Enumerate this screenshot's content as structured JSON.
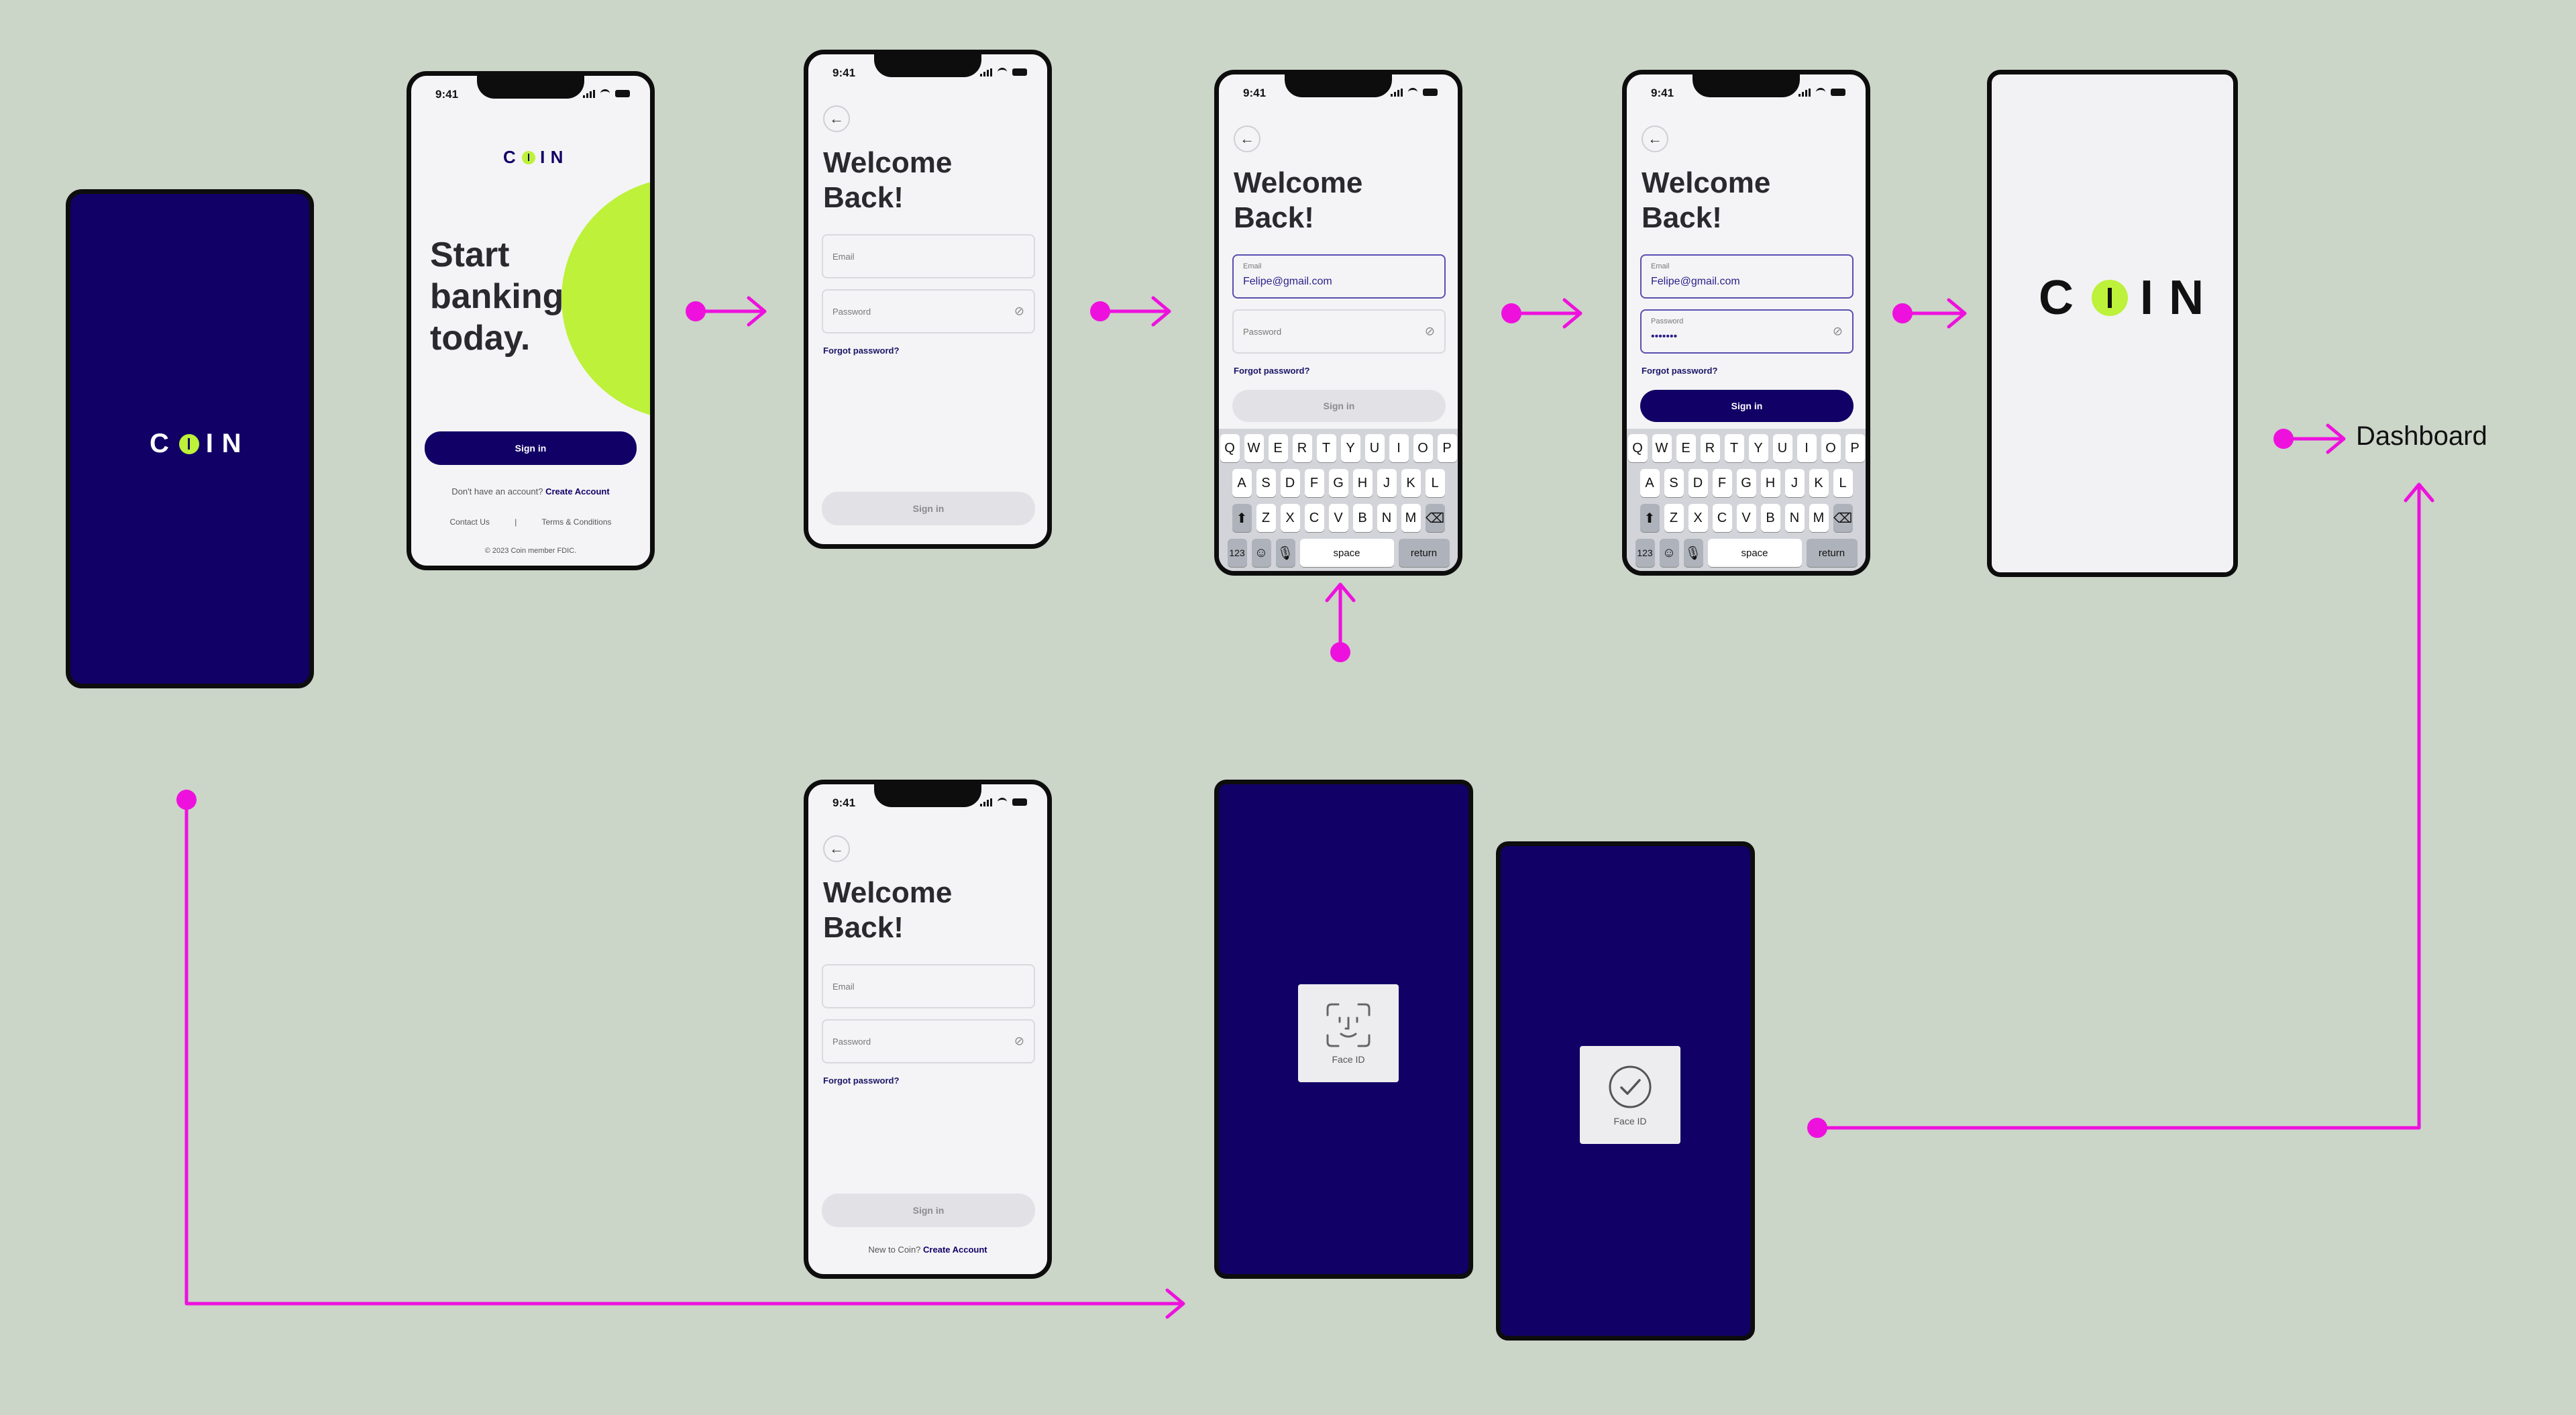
{
  "brand": {
    "name_left": "C",
    "name_right": "IN",
    "accent": "#bdf13a",
    "navy": "#110066",
    "flow": "#ee11dd"
  },
  "status_time": "9:41",
  "splash": {},
  "onboarding": {
    "headline_lines": [
      "Start",
      "banking",
      "today."
    ],
    "sign_in_label": "Sign in",
    "no_account": "Don't have an account?",
    "create_account": "Create Account",
    "contact": "Contact Us",
    "separator": "|",
    "terms": "Terms & Conditions",
    "copyright": "© 2023 Coin member FDIC."
  },
  "login": {
    "title_lines": [
      "Welcome",
      "Back!"
    ],
    "email_label": "Email",
    "password_label": "Password",
    "email_value": "Felipe@gmail.com",
    "password_mask": "•••••••",
    "forgot": "Forgot password?",
    "sign_in_label": "Sign in",
    "new_to": "New to Coin?",
    "create_account": "Create Account"
  },
  "keyboard": {
    "row1": [
      "Q",
      "W",
      "E",
      "R",
      "T",
      "Y",
      "U",
      "I",
      "O",
      "P"
    ],
    "row2": [
      "A",
      "S",
      "D",
      "F",
      "G",
      "H",
      "J",
      "K",
      "L"
    ],
    "row3": [
      "Z",
      "X",
      "C",
      "V",
      "B",
      "N",
      "M"
    ],
    "num": "123",
    "space": "space",
    "ret": "return"
  },
  "faceid": {
    "label": "Face ID"
  },
  "dashboard_label": "Dashboard"
}
